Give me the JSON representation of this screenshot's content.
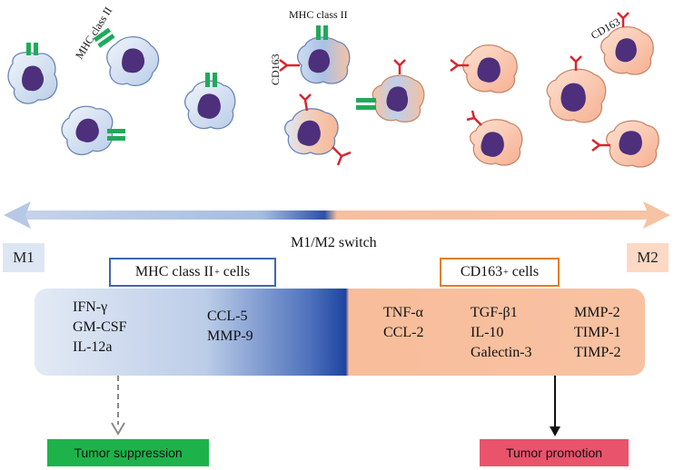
{
  "cell_labels": {
    "mhc_left": "MHC class II",
    "mhc_center": "MHC class II",
    "cd163_center": "CD163",
    "cd163_right": "CD163"
  },
  "axis": {
    "switch_label": "M1/M2 switch",
    "left_end": "M1",
    "right_end": "M2"
  },
  "headers": {
    "left": {
      "text": "MHC class II",
      "superscript": "+",
      "suffix": " cells"
    },
    "right": {
      "text": "CD163",
      "superscript": "+",
      "suffix": " cells"
    }
  },
  "markers": {
    "group1": [
      "IFN-γ",
      "GM-CSF",
      "IL-12a"
    ],
    "group2": [
      "CCL-5",
      "MMP-9"
    ],
    "group3": [
      "TNF-α",
      "CCL-2"
    ],
    "group4": [
      "TGF-β1",
      "IL-10",
      "Galectin-3"
    ],
    "group5": [
      "MMP-2",
      "TIMP-1",
      "TIMP-2"
    ]
  },
  "outcomes": {
    "suppression": "Tumor suppression",
    "promotion": "Tumor promotion"
  },
  "colors": {
    "m1_light": "#dde6f3",
    "m1_dark": "#2a4ea3",
    "m2": "#f9c1a1",
    "mhc_receptor": "#1eaa5a",
    "cd163_receptor": "#d9262f",
    "nucleus": "#4d2f7c",
    "suppression_bg": "#1db34a",
    "promotion_bg": "#e9536b",
    "mhc_header_border": "#3f67b1",
    "cd163_header_border": "#e27e1f"
  }
}
